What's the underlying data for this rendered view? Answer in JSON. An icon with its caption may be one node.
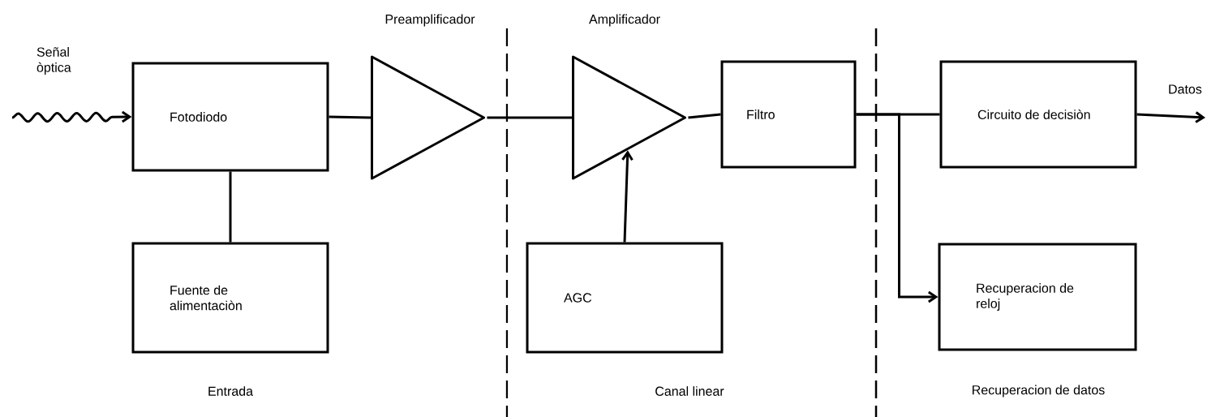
{
  "diagram": {
    "nodes": [
      {
        "text": [
          "Fotodiodo"
        ]
      },
      {
        "text": [
          "Fuente de alimentaciòn"
        ]
      },
      {
        "text": [],
        "shape": "triangle",
        "beside": [
          "Preamplificador"
        ]
      },
      {
        "text": [],
        "shape": "triangle",
        "beside": [
          "Amplificador"
        ]
      },
      {
        "text": [
          "AGC"
        ]
      },
      {
        "text": [
          "Filtro"
        ]
      },
      {
        "text": [
          "Circuito de decisiòn"
        ]
      },
      {
        "text": [
          "Recuperacion de reloj"
        ]
      }
    ],
    "edges": [
      {
        "from": null,
        "to": 0,
        "arrow": "to",
        "label": "Señal òptica"
      },
      {
        "from": 0,
        "to": 1,
        "arrow": "none"
      },
      {
        "from": 0,
        "to": 2,
        "arrow": "none"
      },
      {
        "from": 2,
        "to": 3,
        "arrow": "none"
      },
      {
        "from": 3,
        "to": 5,
        "arrow": "none"
      },
      {
        "from": 4,
        "to": 3,
        "arrow": "to"
      },
      {
        "from": 5,
        "to": 6,
        "arrow": "none"
      },
      {
        "from": 5,
        "to": 7,
        "arrow": "to"
      },
      {
        "from": 6,
        "to": null,
        "arrow": "to",
        "label": "Datos"
      }
    ],
    "labels": [
      "Entrada",
      "Canal linear",
      "Recuperacion de datos"
    ]
  }
}
